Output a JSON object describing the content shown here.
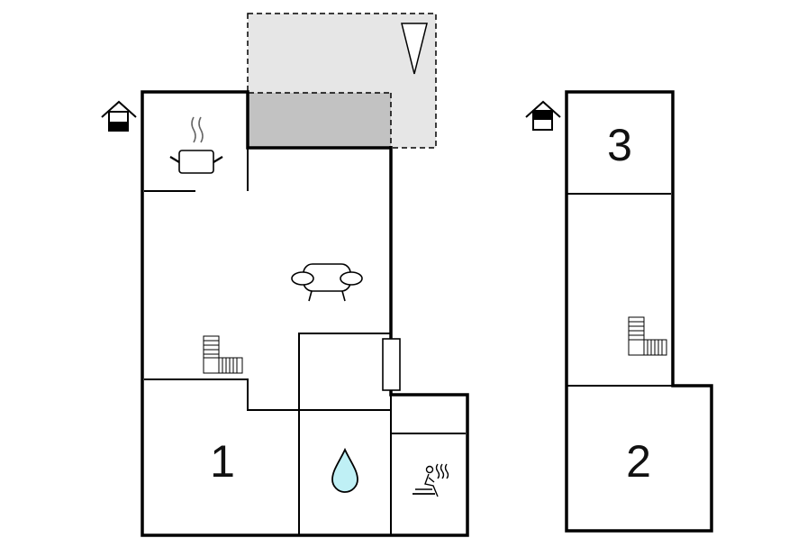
{
  "floorplan": {
    "ground_floor": {
      "level_icon": "house-ground-floor-icon",
      "rooms": [
        {
          "label": "1",
          "type": "bedroom"
        }
      ],
      "icons": [
        "kitchen-pot-icon",
        "sofa-icon",
        "stairs-icon",
        "bathroom-water-drop-icon",
        "sauna-icon",
        "stove-icon"
      ]
    },
    "upper_floor": {
      "level_icon": "house-upper-floor-icon",
      "rooms": [
        {
          "label": "3",
          "type": "bedroom"
        },
        {
          "label": "2",
          "type": "bedroom"
        }
      ],
      "icons": [
        "stairs-icon"
      ]
    },
    "outdoor": {
      "icons": [
        "terrace-area",
        "covered-terrace",
        "north-arrow-icon"
      ]
    },
    "colors": {
      "wall": "#000000",
      "terrace": "#e6e6e6",
      "covered_terrace": "#c2c2c2",
      "water": "#bff0f5"
    }
  }
}
